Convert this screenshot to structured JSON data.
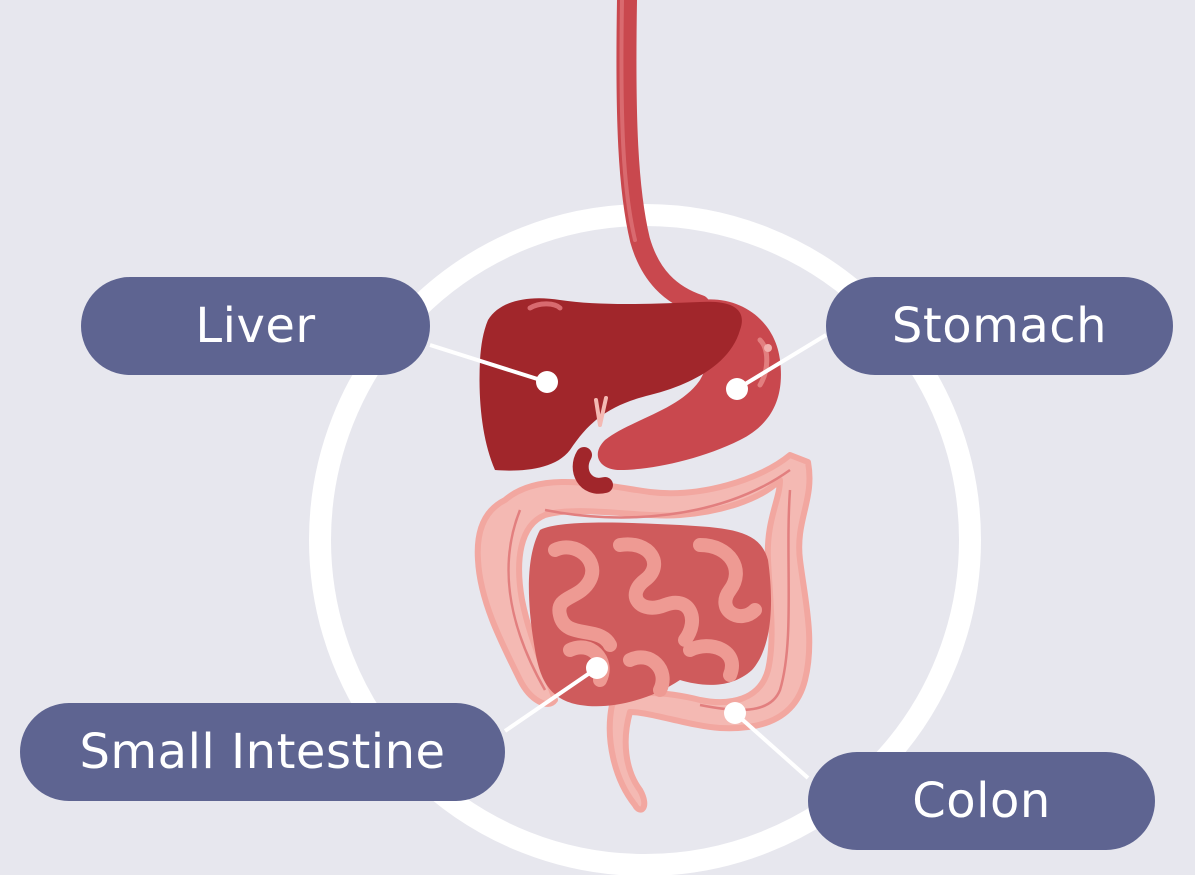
{
  "labels": {
    "liver": "Liver",
    "stomach": "Stomach",
    "small_intestine": "Small Intestine",
    "colon": "Colon"
  },
  "colors": {
    "background": "#e7e7ee",
    "ring": "#ffffff",
    "label_pill": "#5e6491",
    "label_text": "#ffffff",
    "esophagus": "#c9484e",
    "liver": "#a1262b",
    "stomach": "#c9484e",
    "colon": "#f4b9b3",
    "small_intestine": "#eb928c"
  }
}
